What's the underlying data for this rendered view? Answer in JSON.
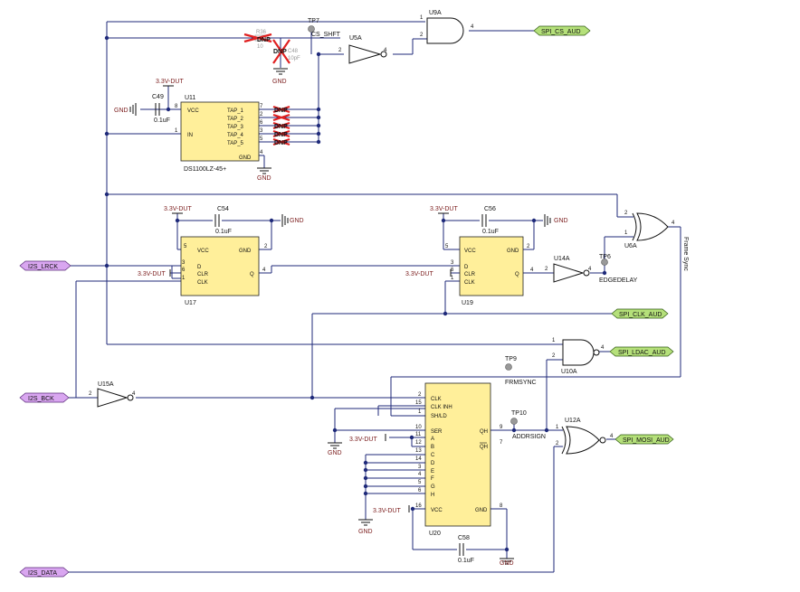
{
  "nets": {
    "spi_cs": "SPI_CS_AUD",
    "spi_clk": "SPI_CLK_AUD",
    "spi_ldac": "SPI_LDAC_AUD",
    "spi_mosi": "SPI_MOSI_AUD",
    "i2s_lrck": "I2S_LRCK",
    "i2s_bck": "I2S_BCK",
    "i2s_data": "I2S_DATA",
    "cs_shft": "CS_SHFT",
    "edgedelay": "EDGEDELAY",
    "frmsync": "FRMSYNC",
    "addrsign": "ADDRSIGN",
    "frame_sync": "Frame Sync"
  },
  "power": {
    "vdd": "3.3V-DUT",
    "gnd": "GND"
  },
  "testpoints": [
    "TP7",
    "TP6",
    "TP9",
    "TP10"
  ],
  "components": {
    "U9A": "U9A",
    "U5A": "U5A",
    "U11": "U11",
    "U11_part": "DS1100LZ-45+",
    "U17": "U17",
    "U19": "U19",
    "U14A": "U14A",
    "U6A": "U6A",
    "U10A": "U10A",
    "U15A": "U15A",
    "U12A": "U12A",
    "U20": "U20",
    "C49": "C49",
    "C49_val": "0.1uF",
    "C54": "C54",
    "C54_val": "0.1uF",
    "C56": "C56",
    "C56_val": "0.1uF",
    "C58": "C58",
    "C58_val": "0.1uF",
    "C48": "C48",
    "C48_val": "10pF",
    "R36": "R36",
    "R36_val": "10",
    "dnp": "DNP"
  },
  "pins": {
    "vcc": "VCC",
    "gnd": "GND",
    "in": "IN",
    "tap1": "TAP_1",
    "tap2": "TAP_2",
    "tap3": "TAP_3",
    "tap4": "TAP_4",
    "tap5": "TAP_5",
    "d": "D",
    "clr": "CLR",
    "clk": "CLK",
    "q": "Q",
    "clkinh": "CLK INH",
    "shld": "SH/LD",
    "ser": "SER",
    "a": "A",
    "b": "B",
    "c": "C",
    "dd": "D",
    "e": "E",
    "f": "F",
    "g": "G",
    "h": "H",
    "qh": "QH",
    "qhn": "QH"
  }
}
